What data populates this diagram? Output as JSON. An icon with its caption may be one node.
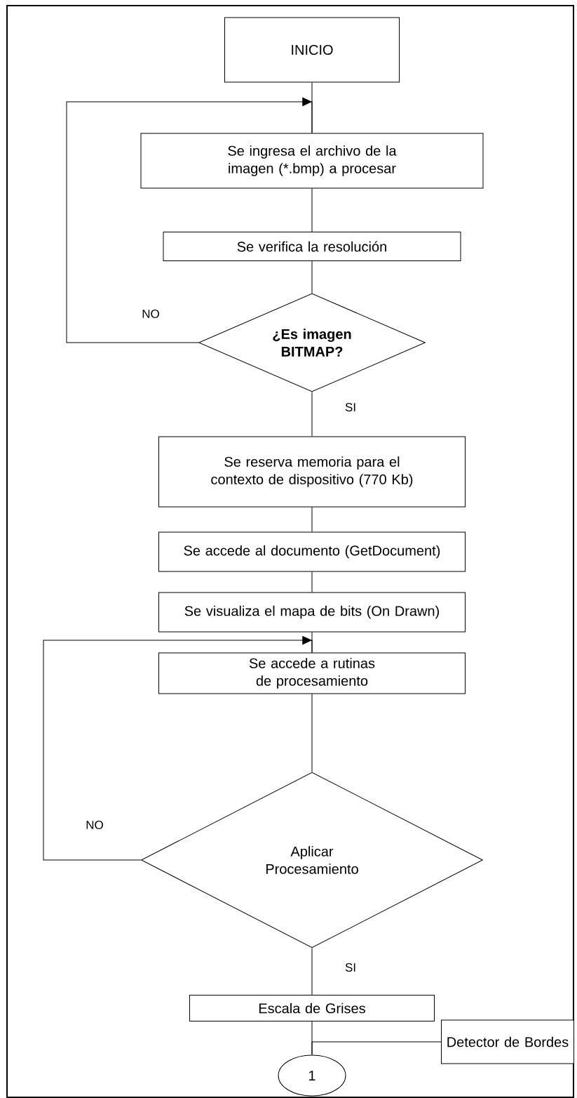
{
  "diagram": {
    "nodes": [
      {
        "text": [
          "INICIO"
        ]
      },
      {
        "text": [
          "Se ingresa el archivo de la imagen (*.bmp) a procesar"
        ]
      },
      {
        "text": [
          "Se verifica la resolución"
        ]
      },
      {
        "text": [
          "¿Es imagen BITMAP?"
        ]
      },
      {
        "text": [
          "Se reserva memoria para el contexto de dispositivo (770 Kb)"
        ]
      },
      {
        "text": [
          "Se accede al documento (GetDocument)"
        ]
      },
      {
        "text": [
          "Se visualiza el mapa de bits (On Drawn)"
        ]
      },
      {
        "text": [
          "Se accede a rutinas de procesamiento"
        ]
      },
      {
        "text": [
          "Aplicar Procesamiento"
        ]
      },
      {
        "text": [
          "Escala de Grises"
        ]
      },
      {
        "text": [
          "Detector de Bordes"
        ]
      },
      {
        "text": [
          "1"
        ]
      }
    ],
    "edges": [
      {
        "from": 0,
        "to": 1,
        "arrow": "none"
      },
      {
        "from": 1,
        "to": 2,
        "arrow": "none"
      },
      {
        "from": 2,
        "to": 3,
        "arrow": "none"
      },
      {
        "from": 3,
        "to": 1,
        "arrow": "to",
        "label": "NO"
      },
      {
        "from": 3,
        "to": 4,
        "arrow": "none",
        "label": "SI"
      },
      {
        "from": 4,
        "to": 5,
        "arrow": "none"
      },
      {
        "from": 5,
        "to": 6,
        "arrow": "none"
      },
      {
        "from": 6,
        "to": 7,
        "arrow": "none"
      },
      {
        "from": 7,
        "to": 8,
        "arrow": "none"
      },
      {
        "from": 8,
        "to": 7,
        "arrow": "to",
        "label": "NO"
      },
      {
        "from": 8,
        "to": 9,
        "arrow": "none",
        "label": "SI"
      },
      {
        "from": 9,
        "to": 11,
        "arrow": "none"
      },
      {
        "from": 10,
        "to": 11,
        "arrow": "none"
      }
    ]
  }
}
